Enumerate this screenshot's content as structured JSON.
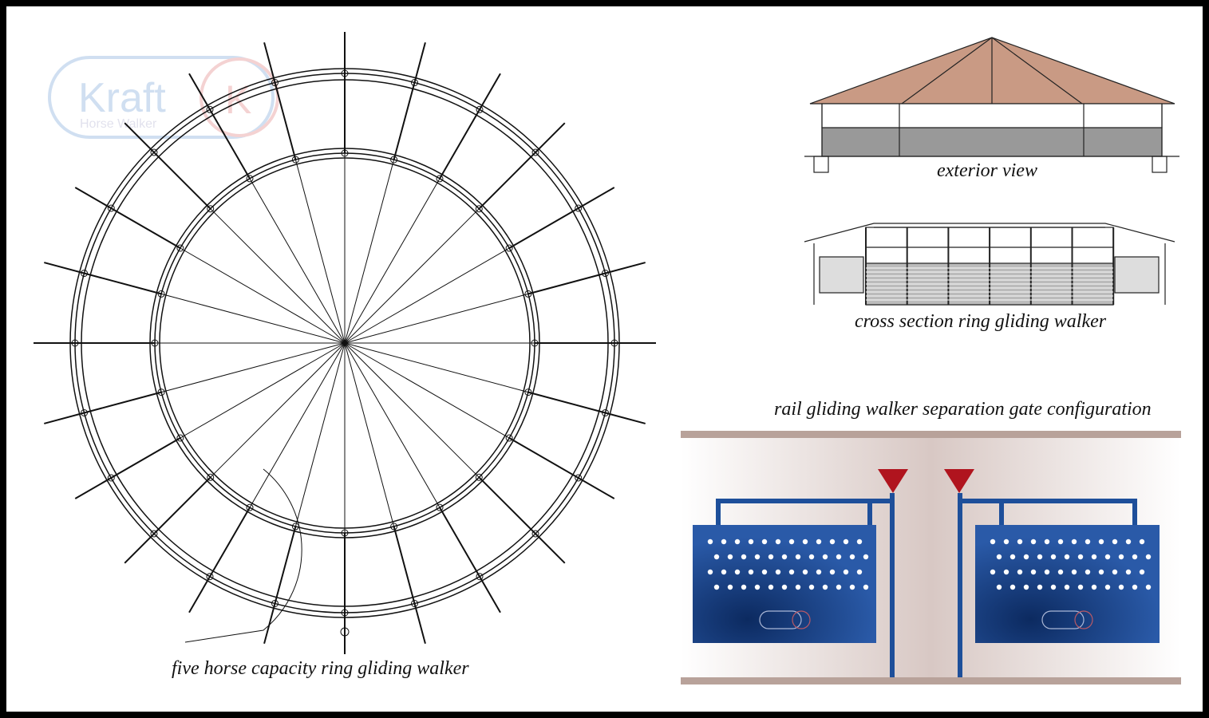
{
  "logo": {
    "brand": "Kraft",
    "tagline": "Horse Walker",
    "mark": "K"
  },
  "captions": {
    "plan": "five horse capacity ring gliding walker",
    "exterior": "exterior view",
    "section": "cross section ring gliding walker",
    "gate": "rail gliding walker separation gate configuration"
  },
  "colors": {
    "roof": "#c99a84",
    "panel": "#1e4f9a",
    "rail": "#b8a29a",
    "marker": "#b0141e"
  },
  "counts": {
    "spokes": 24,
    "panel_holes_per_row": 12,
    "panel_hole_rows": 4
  }
}
